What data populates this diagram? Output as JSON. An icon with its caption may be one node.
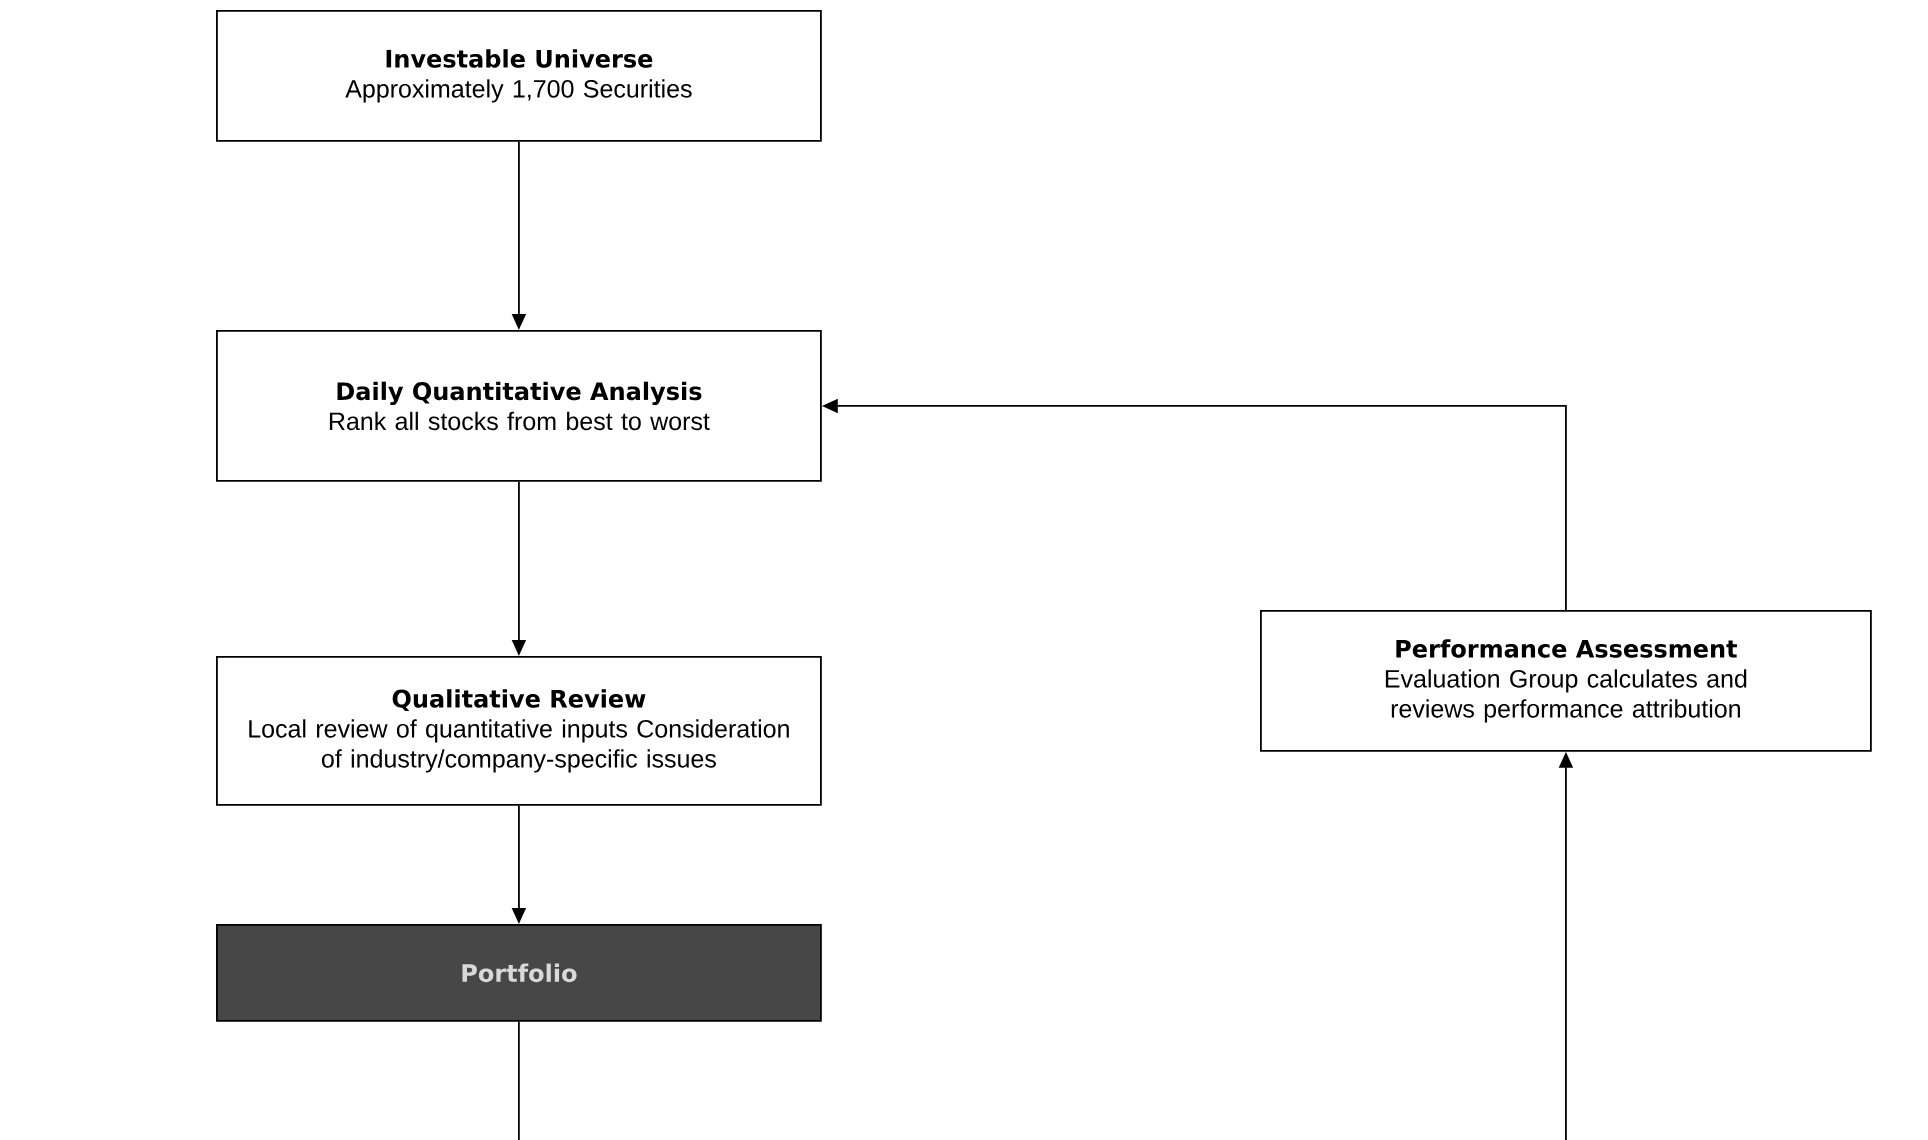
{
  "diagram": {
    "nodes": [
      {
        "text": [
          "Investable Universe",
          "Approximately 1,700 Securities"
        ]
      },
      {
        "text": [
          "Daily Quantitative Analysis",
          "Rank all stocks from best to worst"
        ]
      },
      {
        "text": [
          "Qualitative Review",
          "Local review of quantitative inputs Consideration of industry/company-specific issues"
        ]
      },
      {
        "text": [
          "Portfolio"
        ]
      },
      {
        "text": [
          "Performance Assessment",
          "Evaluation Group calculates and reviews performance attribution"
        ]
      }
    ],
    "edges": [
      {
        "from": 0,
        "to": 1,
        "arrow": "to"
      },
      {
        "from": 1,
        "to": 2,
        "arrow": "to"
      },
      {
        "from": 2,
        "to": 3,
        "arrow": "to"
      },
      {
        "from": 4,
        "to": 1,
        "arrow": "to"
      },
      {
        "from": 3,
        "to": null,
        "arrow": "none"
      },
      {
        "from": null,
        "to": 4,
        "arrow": "to"
      }
    ]
  }
}
